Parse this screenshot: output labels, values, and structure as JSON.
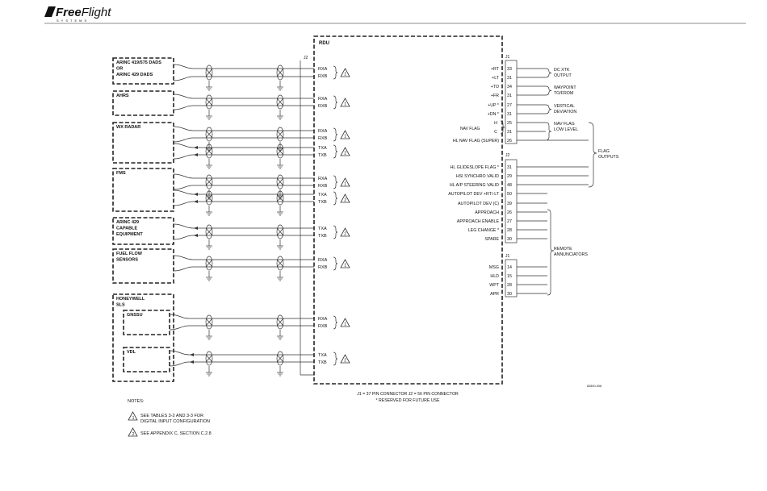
{
  "header": {
    "logo_prefix": "Free",
    "logo_suffix": "Flight",
    "logo_tagline": "SYSTEMS"
  },
  "devices": [
    {
      "id": "dads",
      "lines": [
        "ARINC 419/575 DADS",
        "OR",
        "ARINC 429 DADS"
      ]
    },
    {
      "id": "ahrs",
      "lines": [
        "AHRS"
      ]
    },
    {
      "id": "wx",
      "lines": [
        "WX RADAR"
      ]
    },
    {
      "id": "fms",
      "lines": [
        "FMS"
      ]
    },
    {
      "id": "arinc429",
      "lines": [
        "ARINC 429",
        "CAPABLE",
        "EQUIPMENT"
      ]
    },
    {
      "id": "fuel",
      "lines": [
        "FUEL FLOW",
        "SENSORS"
      ]
    },
    {
      "id": "honeywell",
      "lines": [
        "HONEYWELL",
        "SLS"
      ]
    },
    {
      "id": "gnssu",
      "lines": [
        "GNSSU"
      ]
    },
    {
      "id": "vdl",
      "lines": [
        "VDL"
      ]
    }
  ],
  "rdu": {
    "title": "RDU",
    "left_connector": "J2",
    "groups": [
      {
        "labels": [
          "RXA",
          "RXB"
        ],
        "note": "1"
      },
      {
        "labels": [
          "RXA",
          "RXB"
        ],
        "note": "1"
      },
      {
        "labels": [
          "RXA",
          "RXB"
        ],
        "note": "1"
      },
      {
        "labels": [
          "TXA",
          "TXB"
        ],
        "note": "2"
      },
      {
        "labels": [
          "RXA",
          "RXB"
        ],
        "note": "1"
      },
      {
        "labels": [
          "TXA",
          "TXB"
        ],
        "note": "2"
      },
      {
        "labels": [
          "TXA",
          "TXB"
        ],
        "note": "2"
      },
      {
        "labels": [
          "RXA",
          "RXB"
        ],
        "note": "1"
      },
      {
        "labels": [
          "RXA",
          "RXB"
        ],
        "note": "1"
      },
      {
        "labels": [
          "TXA",
          "TXB"
        ],
        "note": "2"
      }
    ]
  },
  "connector_labels": {
    "j1_top": "J1",
    "j2_mid": "J2",
    "j1_bottom": "J1"
  },
  "pins": [
    {
      "label": "+RT",
      "pin": "33"
    },
    {
      "label": "+LT",
      "pin": "31"
    },
    {
      "label": "+TO",
      "pin": "34"
    },
    {
      "label": "+FR",
      "pin": "31"
    },
    {
      "label": "+UP *",
      "pin": "27"
    },
    {
      "label": "+DN *",
      "pin": "31"
    },
    {
      "label": "H",
      "pin": "25"
    },
    {
      "label": "C",
      "pin": "31"
    },
    {
      "label": "HL NAV FLAG (SUPER)",
      "pin": "26"
    },
    {
      "label": "HL GLIDESLOPE FLAG *",
      "pin": "31"
    },
    {
      "label": "HSI SYNCHRO VALID",
      "pin": "29"
    },
    {
      "label": "HL A/P STEERING VALID",
      "pin": "48"
    },
    {
      "label": "AUTOPILOT DEV +RT/-LT",
      "pin": "50"
    },
    {
      "label": "AUTOPILOT DEV (C)",
      "pin": "39"
    },
    {
      "label": "APPROACH",
      "pin": "26"
    },
    {
      "label": "APPROACH ENABLE",
      "pin": "27"
    },
    {
      "label": "LEG CHANGE *",
      "pin": "28"
    },
    {
      "label": "SPARE",
      "pin": "30"
    },
    {
      "label": "MSG",
      "pin": "14"
    },
    {
      "label": "HLD",
      "pin": "15"
    },
    {
      "label": "WPT",
      "pin": "28"
    },
    {
      "label": "APR",
      "pin": "30"
    }
  ],
  "nav_flag_label": "NAV FLAG",
  "outputs": [
    {
      "id": "dcxtk",
      "lines": [
        "DC XTK",
        "OUTPUT"
      ]
    },
    {
      "id": "waypoint",
      "lines": [
        "WAYPOINT",
        "TO/FROM"
      ]
    },
    {
      "id": "vertical",
      "lines": [
        "VERTICAL",
        "DEVIATION"
      ]
    },
    {
      "id": "navflag",
      "lines": [
        "NAV FLAG",
        "LOW LEVEL"
      ]
    },
    {
      "id": "flag",
      "lines": [
        "FLAG",
        "OUTPUTS"
      ]
    },
    {
      "id": "remote",
      "lines": [
        "REMOTE",
        "ANNUNCIATORS"
      ]
    }
  ],
  "footer": {
    "connector_note": "J1 = 37 PIN CONNECTOR  J2 = 56 PIN CONNECTOR",
    "reserved_note": "* RESERVED FOR FUTURE USE",
    "drawing_number": "82800-006",
    "notes_title": "NOTES:",
    "note1_marker": "1",
    "note1_lines": [
      "SEE TABLES 3-2 AND 3-3 FOR",
      "DIGITAL INPUT CONFIGURATION"
    ],
    "note2_marker": "2",
    "note2_lines": [
      "SEE APPENDIX C, SECTION C.2.8"
    ]
  }
}
